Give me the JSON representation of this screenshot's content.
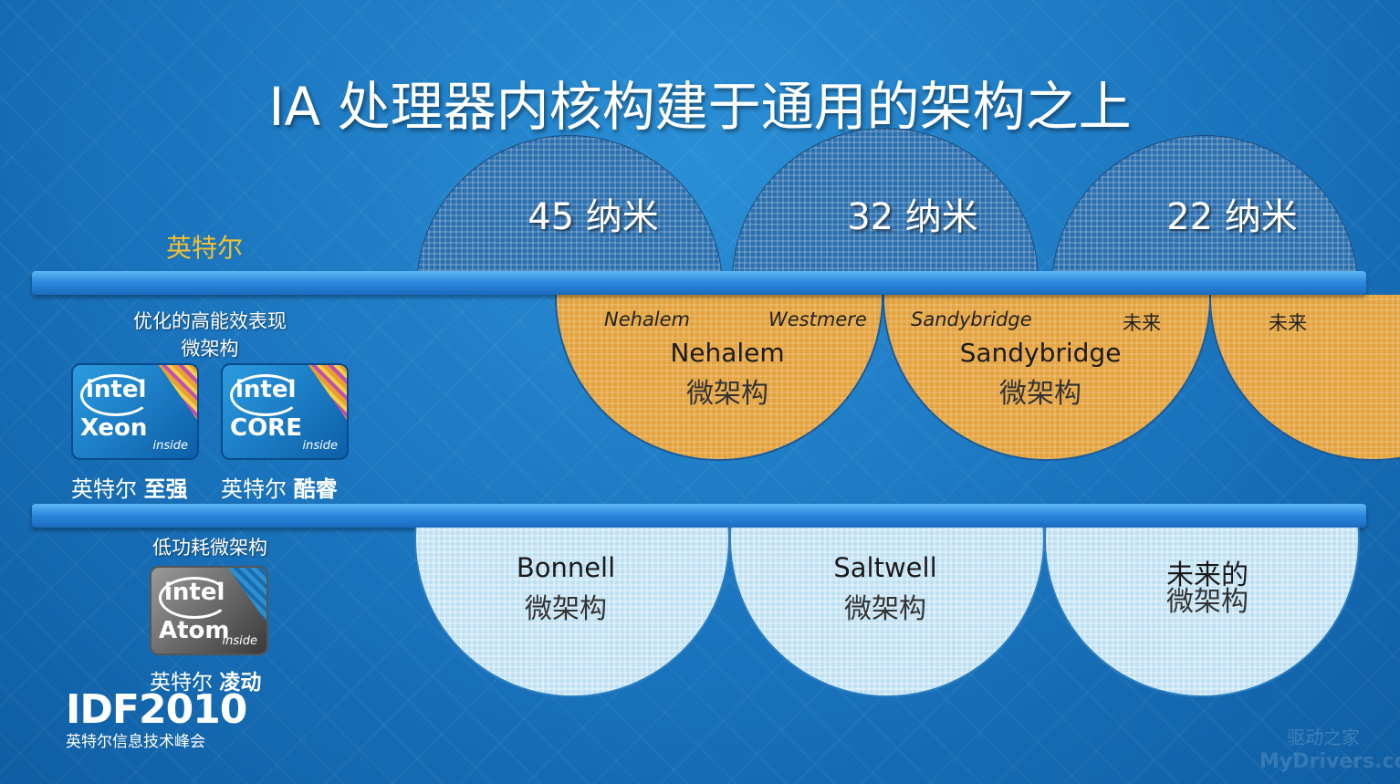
{
  "title": "IA 处理器内核构建于通用的架构之上",
  "intel_label": "英特尔",
  "process_nodes": [
    "45 纳米",
    "32 纳米",
    "22 纳米"
  ],
  "high_perf": {
    "label_line1": "优化的高能效表现",
    "label_line2": "微架构",
    "logos": [
      {
        "intel": "intel",
        "brand": "Xeon",
        "inside": "inside",
        "caption_regular": "英特尔",
        "caption_bold": "至强"
      },
      {
        "intel": "intel",
        "brand": "CORE",
        "inside": "inside",
        "caption_regular": "英特尔",
        "caption_bold": "酷睿"
      }
    ],
    "circles": [
      {
        "tick": "Nehalem",
        "tock": "Westmere",
        "name": "Nehalem",
        "sub": "微架构"
      },
      {
        "tick": "Sandybridge",
        "tock": "未来",
        "name": "Sandybridge",
        "sub": "微架构"
      },
      {
        "tick": "未来"
      }
    ]
  },
  "low_power": {
    "label": "低功耗微架构",
    "logo": {
      "intel": "intel",
      "brand": "Atom",
      "inside": "inside",
      "caption_regular": "英特尔",
      "caption_bold": "凌动"
    },
    "circles": [
      {
        "name": "Bonnell",
        "sub": "微架构"
      },
      {
        "name": "Saltwell",
        "sub": "微架构"
      },
      {
        "name": "未来的",
        "sub": "微架构"
      }
    ]
  },
  "footer": {
    "event": "IDF2010",
    "event_sub": "英特尔信息技术峰会",
    "watermark_cn": "驱动之家",
    "watermark_en": "MyDrivers.com"
  },
  "colors": {
    "accent_gold": "#f0c030",
    "orange": "#e4a33e",
    "light_blue": "#bfe0f3"
  }
}
